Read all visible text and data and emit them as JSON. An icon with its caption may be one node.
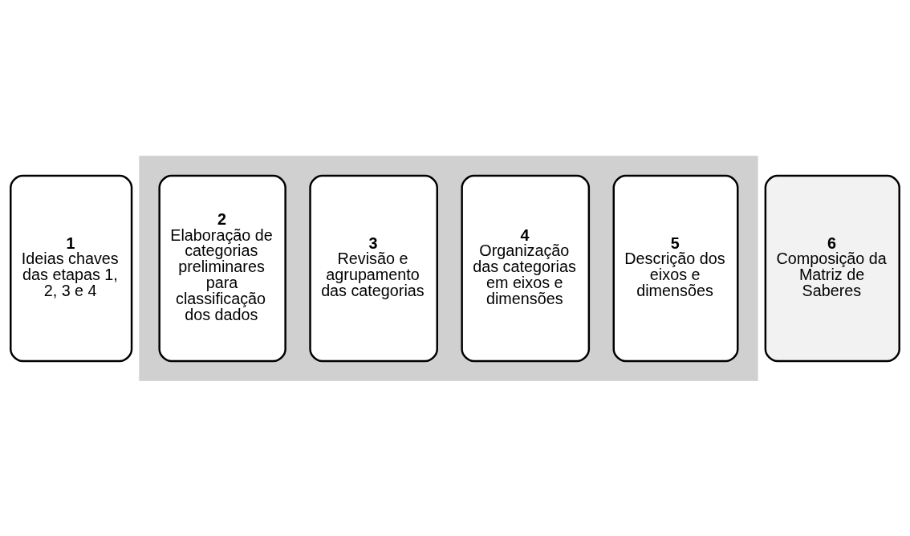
{
  "diagram": {
    "nodes": [
      {
        "text": [],
        "shape": "arrow"
      },
      {
        "text": [
          "1",
          "Ideias chaves das etapas 1, 2, 3 e 4"
        ]
      },
      {
        "text": [
          "2",
          "Elaboração de categorias preliminares para classificação dos dados"
        ],
        "in": 0
      },
      {
        "text": [
          "3",
          "Revisão e agrupamento das categorias"
        ],
        "in": 0
      },
      {
        "text": [
          "4",
          "Organização das categorias em eixos e dimensões"
        ],
        "in": 0
      },
      {
        "text": [
          "5",
          "Descrição dos eixos e dimensões"
        ],
        "in": 0
      },
      {
        "text": [
          "6",
          "Composição da Matriz de Saberes"
        ]
      }
    ],
    "edges": []
  }
}
